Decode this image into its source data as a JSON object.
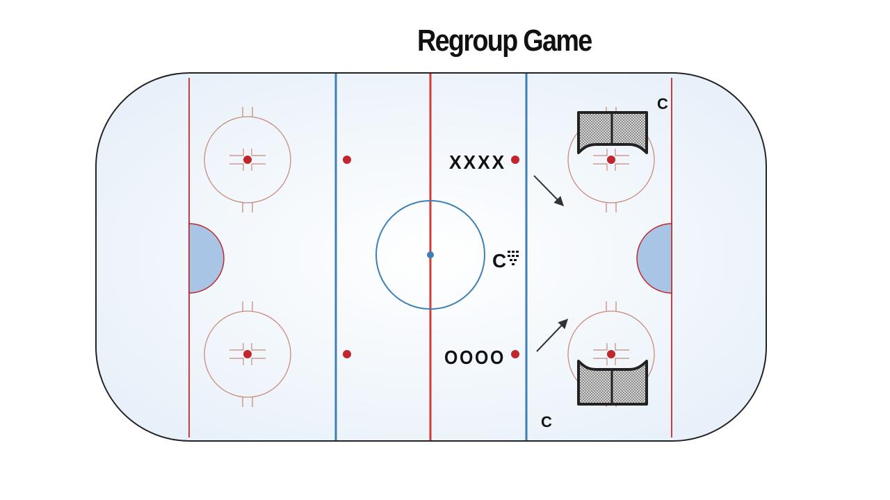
{
  "title": "Regroup Game",
  "labels": {
    "x_group": "XXXX",
    "o_group": "OOOO",
    "coach_top": "C",
    "coach_center": "C",
    "coach_bottom": "C"
  },
  "icons": {
    "net_top": "hockey-net-icon",
    "net_bottom": "hockey-net-icon",
    "puck_pile": "puck-pile-icon",
    "arrow_top": "arrow-icon",
    "arrow_bottom": "arrow-icon"
  },
  "colors": {
    "ice": "#eef4fa",
    "red_line": "#d33a3a",
    "blue_line": "#3d7fb5",
    "crease": "#a9c5e6",
    "faceoff_dot": "#c0262c",
    "circle": "#c98a7a"
  }
}
